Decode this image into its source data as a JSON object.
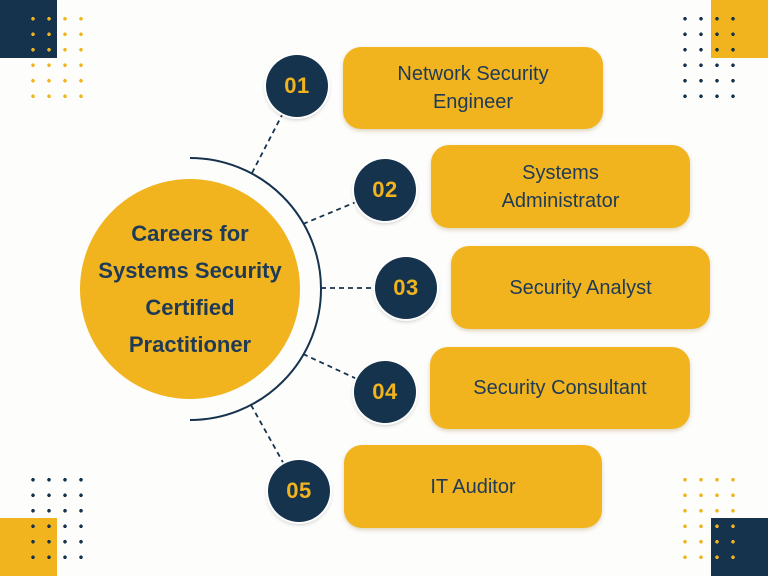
{
  "title": {
    "lines": [
      "Careers for",
      "Systems Security",
      "Certified",
      "Practitioner"
    ]
  },
  "careers": [
    {
      "number": "01",
      "lines": [
        "Network Security",
        "Engineer"
      ]
    },
    {
      "number": "02",
      "lines": [
        "Systems",
        "Administrator"
      ]
    },
    {
      "number": "03",
      "lines": [
        "Security Analyst"
      ]
    },
    {
      "number": "04",
      "lines": [
        "Security Consultant"
      ]
    },
    {
      "number": "05",
      "lines": [
        "IT Auditor"
      ]
    }
  ],
  "colors": {
    "yellow": "#F1B41F",
    "navy": "#16334E",
    "text_navy": "#1E3A56",
    "background": "#FDFDFC"
  }
}
